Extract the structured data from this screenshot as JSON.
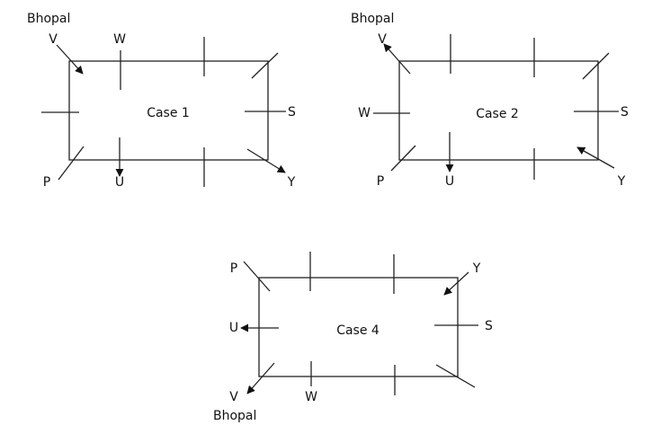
{
  "cases": [
    {
      "title": "Case 1",
      "labels": {
        "city": "Bhopal",
        "v": "V",
        "w": "W",
        "s": "S",
        "p": "P",
        "u": "U",
        "y": "Y"
      }
    },
    {
      "title": "Case 2",
      "labels": {
        "city": "Bhopal",
        "v": "V",
        "w": "W",
        "s": "S",
        "p": "P",
        "u": "U",
        "y": "Y"
      }
    },
    {
      "title": "Case 4",
      "labels": {
        "city": "Bhopal",
        "v": "V",
        "w": "W",
        "s": "S",
        "p": "P",
        "u": "U",
        "y": "Y"
      }
    }
  ]
}
